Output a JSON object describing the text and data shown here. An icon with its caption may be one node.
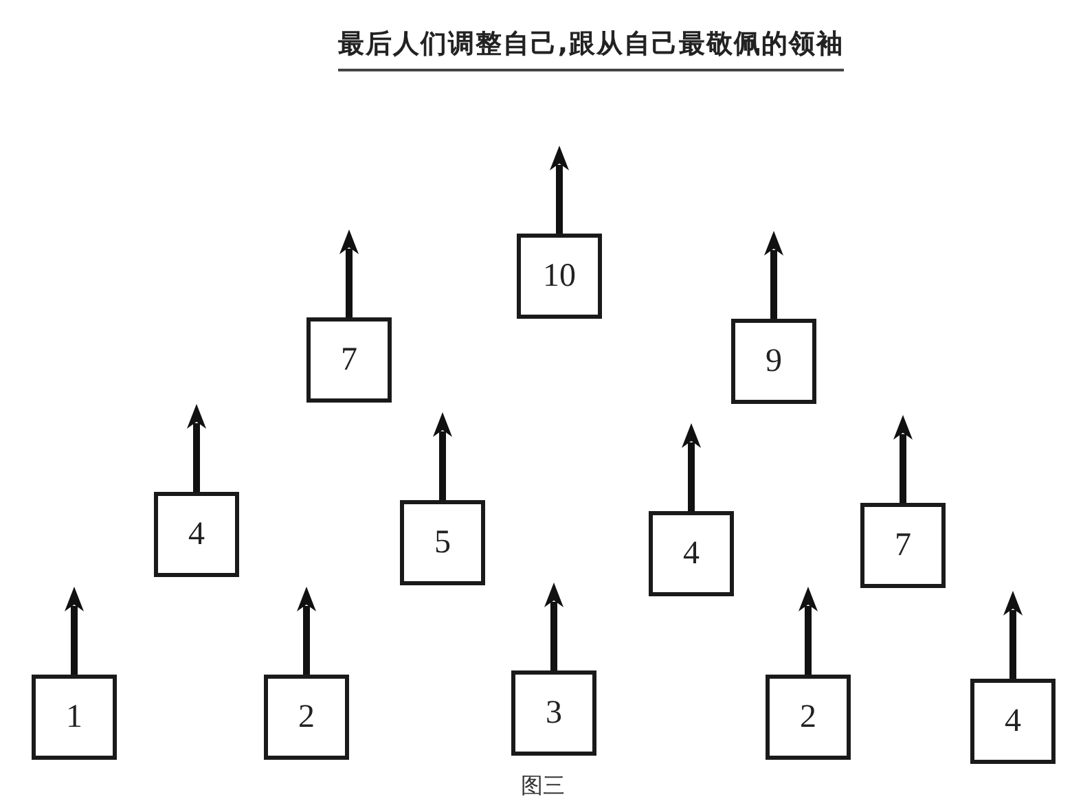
{
  "diagram": {
    "title": "最后人们调整自己,跟从自己最敬佩的领袖",
    "caption": "图三",
    "nodes": [
      {
        "text": [
          "10"
        ]
      },
      {
        "text": [
          "7"
        ]
      },
      {
        "text": [
          "9"
        ]
      },
      {
        "text": [
          "4"
        ]
      },
      {
        "text": [
          "5"
        ]
      },
      {
        "text": [
          "4"
        ]
      },
      {
        "text": [
          "7"
        ]
      },
      {
        "text": [
          "1"
        ]
      },
      {
        "text": [
          "2"
        ]
      },
      {
        "text": [
          "3"
        ]
      },
      {
        "text": [
          "2"
        ]
      },
      {
        "text": [
          "4"
        ]
      }
    ],
    "edges": [
      {
        "from": 0,
        "to": null,
        "arrow": "to"
      },
      {
        "from": 1,
        "to": null,
        "arrow": "to"
      },
      {
        "from": 2,
        "to": null,
        "arrow": "to"
      },
      {
        "from": 3,
        "to": null,
        "arrow": "to"
      },
      {
        "from": 4,
        "to": null,
        "arrow": "to"
      },
      {
        "from": 5,
        "to": null,
        "arrow": "to"
      },
      {
        "from": 6,
        "to": null,
        "arrow": "to"
      },
      {
        "from": 7,
        "to": null,
        "arrow": "to"
      },
      {
        "from": 8,
        "to": null,
        "arrow": "to"
      },
      {
        "from": 9,
        "to": null,
        "arrow": "to"
      },
      {
        "from": 10,
        "to": null,
        "arrow": "to"
      },
      {
        "from": 11,
        "to": null,
        "arrow": "to"
      }
    ]
  }
}
